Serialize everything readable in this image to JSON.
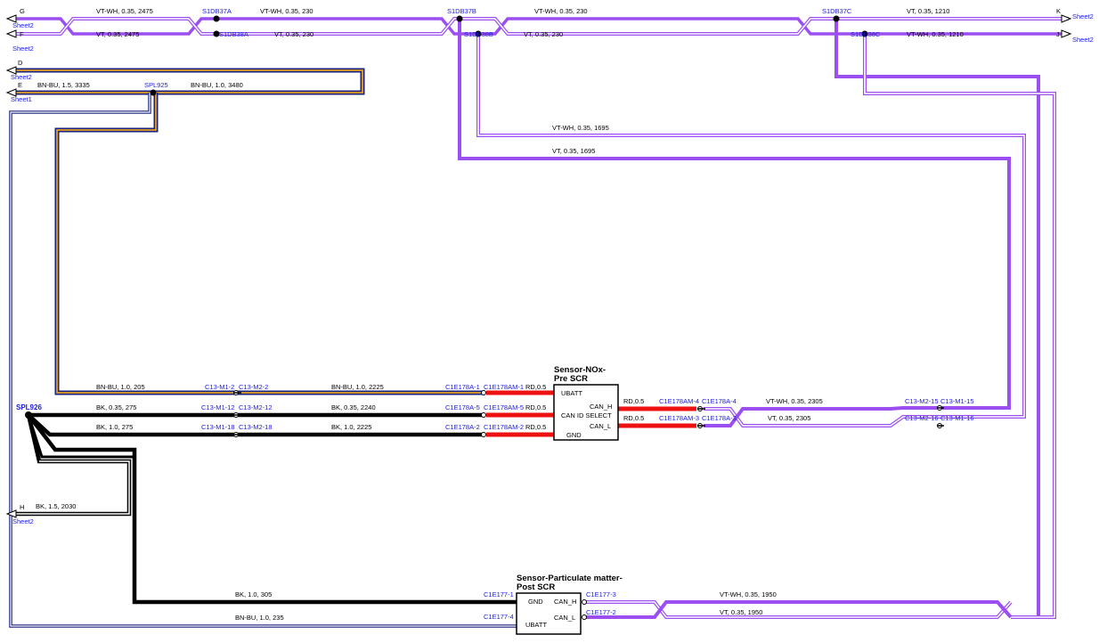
{
  "colors": {
    "violet": "#9b4ff0",
    "blue_label": "#1a1adb",
    "black": "#000000",
    "red": "#ee1111",
    "orange": "#e6a020",
    "navy": "#1a237e"
  },
  "sheet_refs": {
    "G": {
      "letter": "G",
      "sheet": "Sheet2"
    },
    "F": {
      "letter": "F",
      "sheet": "Sheet2"
    },
    "D": {
      "letter": "D",
      "sheet": "Sheet2"
    },
    "E": {
      "letter": "E",
      "sheet": "Sheet1"
    },
    "H": {
      "letter": "H",
      "sheet": "Sheet2"
    },
    "K": {
      "letter": "K",
      "sheet": "Sheet2"
    },
    "J": {
      "letter": "J",
      "sheet": "Sheet2"
    }
  },
  "splices": {
    "s1db37a": "S1DB37A",
    "s1db38a": "S1DB38A",
    "s1db37b": "S1DB37B",
    "s1db38b": "S1DB38B",
    "s1db37c": "S1DB37C",
    "s1db38c": "S1DB38C",
    "spl925": "SPL925",
    "spl926": "SPL926"
  },
  "wires": {
    "top_g1": "VT-WH,  0.35,  2475",
    "top_g2": "VT-WH,  0.35,  230",
    "top_g3": "VT-WH,  0.35,  230",
    "top_g4": "VT,  0.35,  1210",
    "top_f1": "VT,  0.35,  2475",
    "top_f2": "VT,  0.35,  230",
    "top_f3": "VT,  0.35,  230",
    "top_f4": "VT-WH,  0.35,  1210",
    "bnbu_d": "BN-BU,  1.5,  3335",
    "bnbu_spl": "BN-BU,  1.0,  3480",
    "vtwh_1695": "VT-WH,  0.35,  1695",
    "vt_1695": "VT,  0.35,  1695",
    "bnbu_205": "BN-BU,  1.0,  205",
    "bnbu_2225": "BN-BU,  1.0,  2225",
    "bk_275a": "BK,  0.35,  275",
    "bk_2240": "BK,  0.35,  2240",
    "bk_275b": "BK,  1.0,  275",
    "bk_2225": "BK,  1.0,  2225",
    "rd_1": "RD,0.5",
    "rd_2": "RD,0.5",
    "rd_3": "RD,0.5",
    "rd_4": "RD,0.5",
    "rd_5": "RD,0.5",
    "vtwh_2305": "VT-WH,  0.35,  2305",
    "vt_2305": "VT,  0.35,  2305",
    "bk_h": "BK,  1.5,  2030",
    "bk_305": "BK,  1.0,  305",
    "bnbu_235": "BN-BU,  1.0,  235",
    "vtwh_1950": "VT-WH,  0.35,  1950",
    "vt_1950": "VT,  0.35,  1950"
  },
  "connectors": {
    "c13m1_2": "C13-M1-2",
    "c13m2_2": "C13-M2-2",
    "c13m1_12": "C13-M1-12",
    "c13m2_12": "C13-M2-12",
    "c13m1_18": "C13-M1-18",
    "c13m2_18": "C13-M2-18",
    "c1e178a_1": "C1E178A-1",
    "c1e178am_1": "C1E178AM-1",
    "c1e178a_5": "C1E178A-5",
    "c1e178am_5": "C1E178AM-5",
    "c1e178a_2": "C1E178A-2",
    "c1e178am_2": "C1E178AM-2",
    "c1e178am_4": "C1E178AM-4",
    "c1e178a_4": "C1E178A-4",
    "c1e178am_3": "C1E178AM-3",
    "c1e178a_3": "C1E178A-3",
    "c13m2_15": "C13-M2-15",
    "c13m1_15": "C13-M1-15",
    "c13m2_16": "C13-M2-16",
    "c13m1_16": "C13-M1-16",
    "c1e177_1": "C1E177-1",
    "c1e177_4": "C1E177-4",
    "c1e177_3": "C1E177-3",
    "c1e177_2": "C1E177-2"
  },
  "nox_sensor": {
    "title_line1": "Sensor-NOx-",
    "title_line2": "Pre SCR",
    "pin_ubatt": "UBATT",
    "pin_can_id": "CAN ID SELECT",
    "pin_gnd": "GND",
    "pin_can_h": "CAN_H",
    "pin_can_l": "CAN_L"
  },
  "pm_sensor": {
    "title_line1": "Sensor-Particulate matter-",
    "title_line2": "Post SCR",
    "pin_gnd": "GND",
    "pin_ubatt": "UBATT",
    "pin_can_h": "CAN_H",
    "pin_can_l": "CAN_L"
  }
}
